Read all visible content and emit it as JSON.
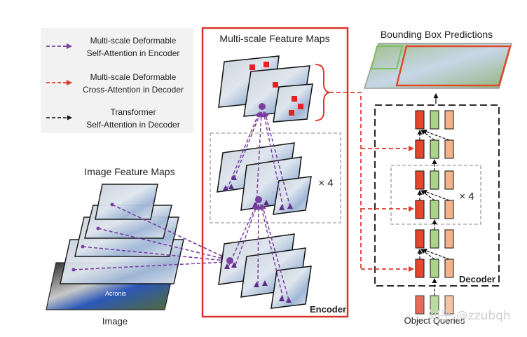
{
  "legend": {
    "items": [
      {
        "line1": "Multi-scale Deformable",
        "line2": "Self-Attention in Encoder",
        "color": "#7a3fa0"
      },
      {
        "line1": "Multi-scale Deformable",
        "line2": "Cross-Attention in Decoder",
        "color": "#e03a2f"
      },
      {
        "line1": "Transformer",
        "line2": "Self-Attention in Decoder",
        "color": "#111111"
      }
    ]
  },
  "encoder": {
    "title": "Multi-scale Feature Maps",
    "label": "Encoder",
    "repeat": "× 4",
    "border_color": "#d8332a"
  },
  "left": {
    "title": "Image Feature Maps",
    "image_caption": "Image",
    "jersey_text": "Acronis"
  },
  "predictions": {
    "title": "Bounding Box Predictions"
  },
  "decoder": {
    "label": "Decoder",
    "repeat": "× 4",
    "queries_label": "Object Queries",
    "token_colors": {
      "red": "#e5462f",
      "green": "#a9d48a",
      "orange": "#f3b48b"
    }
  },
  "watermark": "知乎 @zzubqh",
  "colors": {
    "purple": "#7a3fa0",
    "red": "#e03a2f",
    "black": "#111111",
    "sample_red": "#e62222"
  }
}
